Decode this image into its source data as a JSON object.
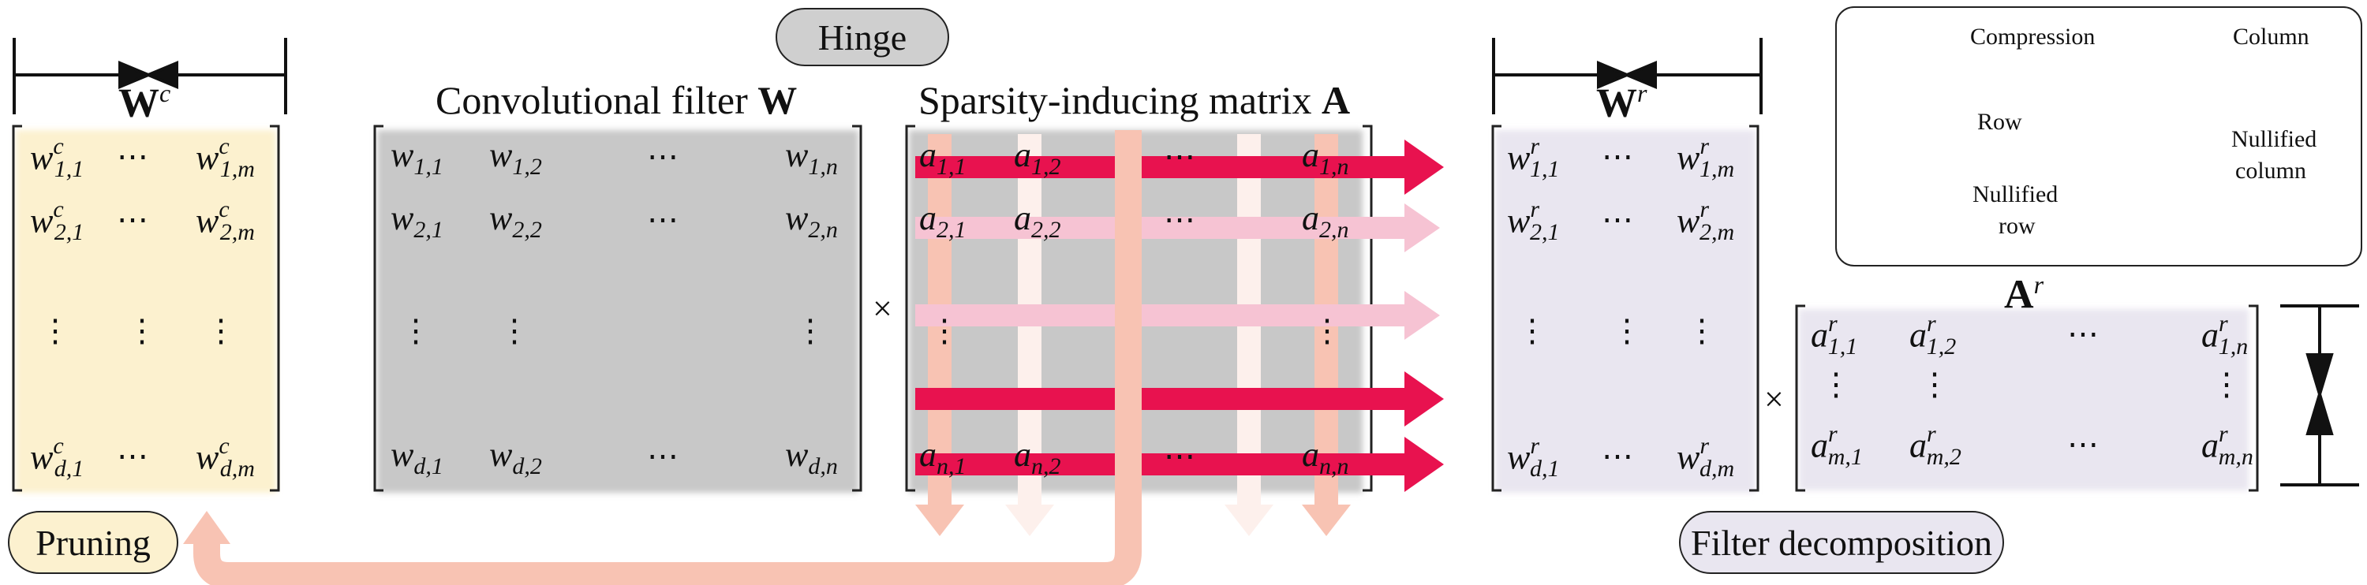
{
  "labels": {
    "hinge": "Hinge",
    "pruning": "Pruning",
    "filter_decomposition": "Filter decomposition",
    "conv_filter_title": "Convolutional filter",
    "conv_filter_symbol": "W",
    "sparsity_title": "Sparsity-inducing matrix",
    "sparsity_symbol": "A",
    "wc_symbol": "W",
    "wc_sup": "c",
    "wr_symbol": "W",
    "wr_sup": "r",
    "ar_symbol": "A",
    "ar_sup": "r",
    "times": "×",
    "dots_h": "⋯",
    "dots_v": "⋮"
  },
  "legend": {
    "compression": "Compression",
    "column": "Column",
    "row": "Row",
    "nullified_row_1": "Nullified",
    "nullified_row_2": "row",
    "nullified_column_1": "Nullified",
    "nullified_column_2": "column"
  },
  "colors": {
    "wc_fill": "#fcf1cf",
    "w_fill": "#c8c8c8",
    "a_fill": "#c8c8c8",
    "wr_fill": "#e9e6f0",
    "ar_fill": "#e9e6f0",
    "row_arrow": "#e8124f",
    "nullified_row_arrow": "#f6c3d3",
    "column_arrow": "#f8c3b3",
    "nullified_column_arrow": "#fdf0ec",
    "hinge_pill": "#cfcfcf",
    "pruning_pill": "#fcf1cf",
    "decomposition_pill": "#e9e6f0"
  },
  "matrices": {
    "wc": {
      "base": "w",
      "sup": "c",
      "r1": [
        {
          "sub": "1,1"
        },
        "dots",
        {
          "sub": "1,m"
        }
      ],
      "r2": [
        {
          "sub": "2,1"
        },
        "dots",
        {
          "sub": "2,m"
        }
      ],
      "r4": [
        {
          "sub": "d,1"
        },
        "dots",
        {
          "sub": "d,m"
        }
      ]
    },
    "w": {
      "base": "w",
      "r1": [
        {
          "sub": "1,1"
        },
        {
          "sub": "1,2"
        },
        "dots",
        {
          "sub": "1,n"
        }
      ],
      "r2": [
        {
          "sub": "2,1"
        },
        {
          "sub": "2,2"
        },
        "dots",
        {
          "sub": "2,n"
        }
      ],
      "r4": [
        {
          "sub": "d,1"
        },
        {
          "sub": "d,2"
        },
        "dots",
        {
          "sub": "d,n"
        }
      ]
    },
    "a": {
      "base": "a",
      "r1": [
        {
          "sub": "1,1"
        },
        {
          "sub": "1,2"
        },
        "dots",
        {
          "sub": "1,n"
        }
      ],
      "r2": [
        {
          "sub": "2,1"
        },
        {
          "sub": "2,2"
        },
        "dots",
        {
          "sub": "2,n"
        }
      ],
      "r4": [
        {
          "sub": "n,1"
        },
        {
          "sub": "n,2"
        },
        "dots",
        {
          "sub": "n,n"
        }
      ]
    },
    "wr": {
      "base": "w",
      "sup": "r",
      "r1": [
        {
          "sub": "1,1"
        },
        "dots",
        {
          "sub": "1,m"
        }
      ],
      "r2": [
        {
          "sub": "2,1"
        },
        "dots",
        {
          "sub": "2,m"
        }
      ],
      "r4": [
        {
          "sub": "d,1"
        },
        "dots",
        {
          "sub": "d,m"
        }
      ]
    },
    "ar": {
      "base": "a",
      "sup": "r",
      "r1": [
        {
          "sub": "1,1"
        },
        {
          "sub": "1,2"
        },
        "dots",
        {
          "sub": "1,n"
        }
      ],
      "r3": [
        {
          "sub": "m,1"
        },
        {
          "sub": "m,2"
        },
        "dots",
        {
          "sub": "m,n"
        }
      ]
    }
  }
}
